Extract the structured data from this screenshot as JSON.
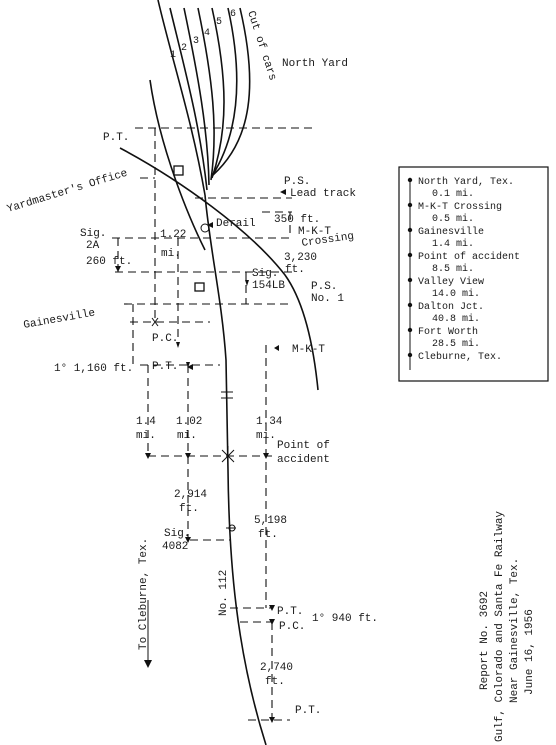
{
  "labels": {
    "cut_of_cars": "Cut of cars",
    "north_yard": "North Yard",
    "track_1": "1",
    "track_2": "2",
    "track_3": "3",
    "track_4": "4",
    "track_5": "5",
    "track_6": "6",
    "pt_top": "P.T.",
    "yardmaster": "Yardmaster's Office",
    "ps_top": "P.S.",
    "lead_track": "Lead track",
    "derail": "Derail",
    "ft_350": "350 ft.",
    "mkt_top": "M-K-T",
    "crossing": "Crossing",
    "sig": "Sig.",
    "sig_2a": "2A",
    "dist_122": "1.22",
    "mi": "mi.",
    "ft_260": "260 ft.",
    "ft_3230": "3,230",
    "ft": "ft.",
    "sig_154lb": "154LB",
    "ps_no1_a": "P.S.",
    "ps_no1_b": "No. 1",
    "gainesville": "Gainesville",
    "pc_mid": "P.C.",
    "curve_1160": "1° 1,160 ft.",
    "pt_mid": "P.T.",
    "mkt_right": "M-K-T",
    "dist_14": "1.4",
    "dist_102": "1.02",
    "dist_134": "1.34",
    "point_of": "Point of",
    "accident": "accident",
    "ft_2914": "2,914",
    "ft_5198": "5,198",
    "sig_4082": "4082",
    "to_cleburne": "To Cleburne, Tex.",
    "no_112": "No. 112",
    "pt_low": "P.T.",
    "pc_low": "P.C.",
    "curve_940": "1° 940 ft.",
    "ft_2740": "2,740",
    "pt_bottom": "P.T."
  },
  "legend": {
    "stations": [
      "North Yard, Tex.",
      "M-K-T Crossing",
      "Gainesville",
      "Point of accident",
      "Valley View",
      "Dalton Jct.",
      "Fort Worth",
      "Cleburne, Tex."
    ],
    "distances": [
      "0.1 mi.",
      "0.5 mi.",
      "1.4 mi.",
      "8.5 mi.",
      "14.0 mi.",
      "40.8 mi.",
      "28.5 mi."
    ]
  },
  "report": {
    "line1": "Report No. 3692",
    "line2": "Gulf, Colorado and Santa Fe Railway",
    "line3": "Near Gainesville, Tex.",
    "line4": "June 16, 1956"
  }
}
